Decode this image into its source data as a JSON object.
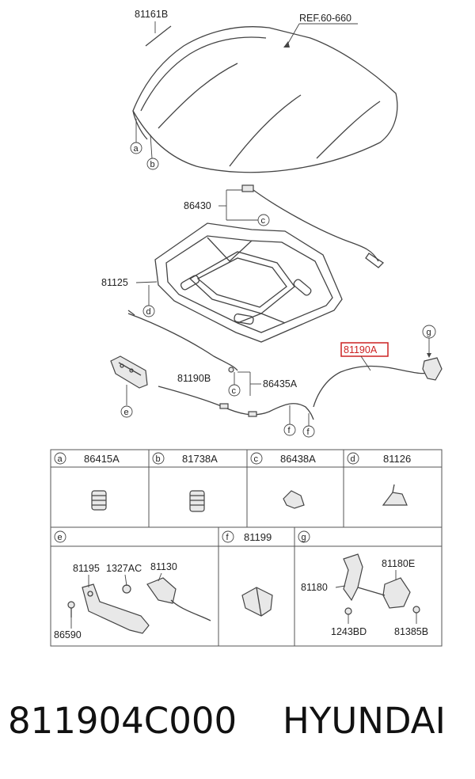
{
  "diagram": {
    "labels": {
      "ref": "REF.60-660",
      "p81161B": "81161B",
      "p86430": "86430",
      "p81125": "81125",
      "p81190A": "81190A",
      "p81190B": "81190B",
      "p86435A": "86435A"
    },
    "callouts": [
      "a",
      "b",
      "c",
      "d",
      "e",
      "f",
      "g"
    ],
    "table": {
      "row1": [
        {
          "key": "a",
          "part": "86415A"
        },
        {
          "key": "b",
          "part": "81738A"
        },
        {
          "key": "c",
          "part": "86438A"
        },
        {
          "key": "d",
          "part": "81126"
        }
      ],
      "row2": [
        {
          "key": "e",
          "part": ""
        },
        {
          "key": "f",
          "part": "81199"
        },
        {
          "key": "g",
          "part": ""
        }
      ],
      "e_parts": [
        "81195",
        "1327AC",
        "81130",
        "86590"
      ],
      "g_parts": [
        "81180E",
        "81180",
        "1243BD",
        "81385B"
      ]
    },
    "highlight_color": "#cc2222"
  },
  "footer": {
    "part_number": "811904C000",
    "brand": "HYUNDAI"
  }
}
